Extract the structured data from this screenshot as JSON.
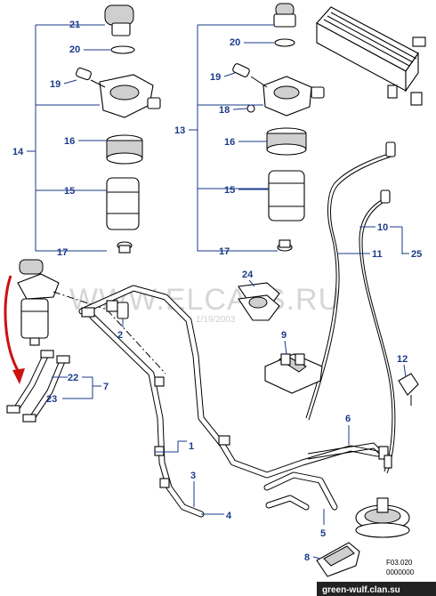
{
  "callouts": {
    "c21": "21",
    "c20a": "20",
    "c19a": "19",
    "c14": "14",
    "c16a": "16",
    "c15a": "15",
    "c17a": "17",
    "c20b": "20",
    "c19b": "19",
    "c18": "18",
    "c13": "13",
    "c16b": "16",
    "c15b": "15",
    "c17b": "17",
    "c10": "10",
    "c11": "11",
    "c25": "25",
    "c24": "24",
    "c2": "2",
    "c9": "9",
    "c12": "12",
    "c22": "22",
    "c23": "23",
    "c7": "7",
    "c1": "1",
    "c3": "3",
    "c4": "4",
    "c6": "6",
    "c5": "5",
    "c8": "8"
  },
  "watermark": {
    "text": "WWW.ELCATS.RU",
    "date": "1/19/2003"
  },
  "reference": {
    "code": "F03.020",
    "sub": "0000000"
  },
  "footer": {
    "site": "green-wulf.clan.su"
  },
  "colors": {
    "callout": "#1a3a8a",
    "arrow": "#cc1111",
    "footer_bg": "#222222"
  }
}
